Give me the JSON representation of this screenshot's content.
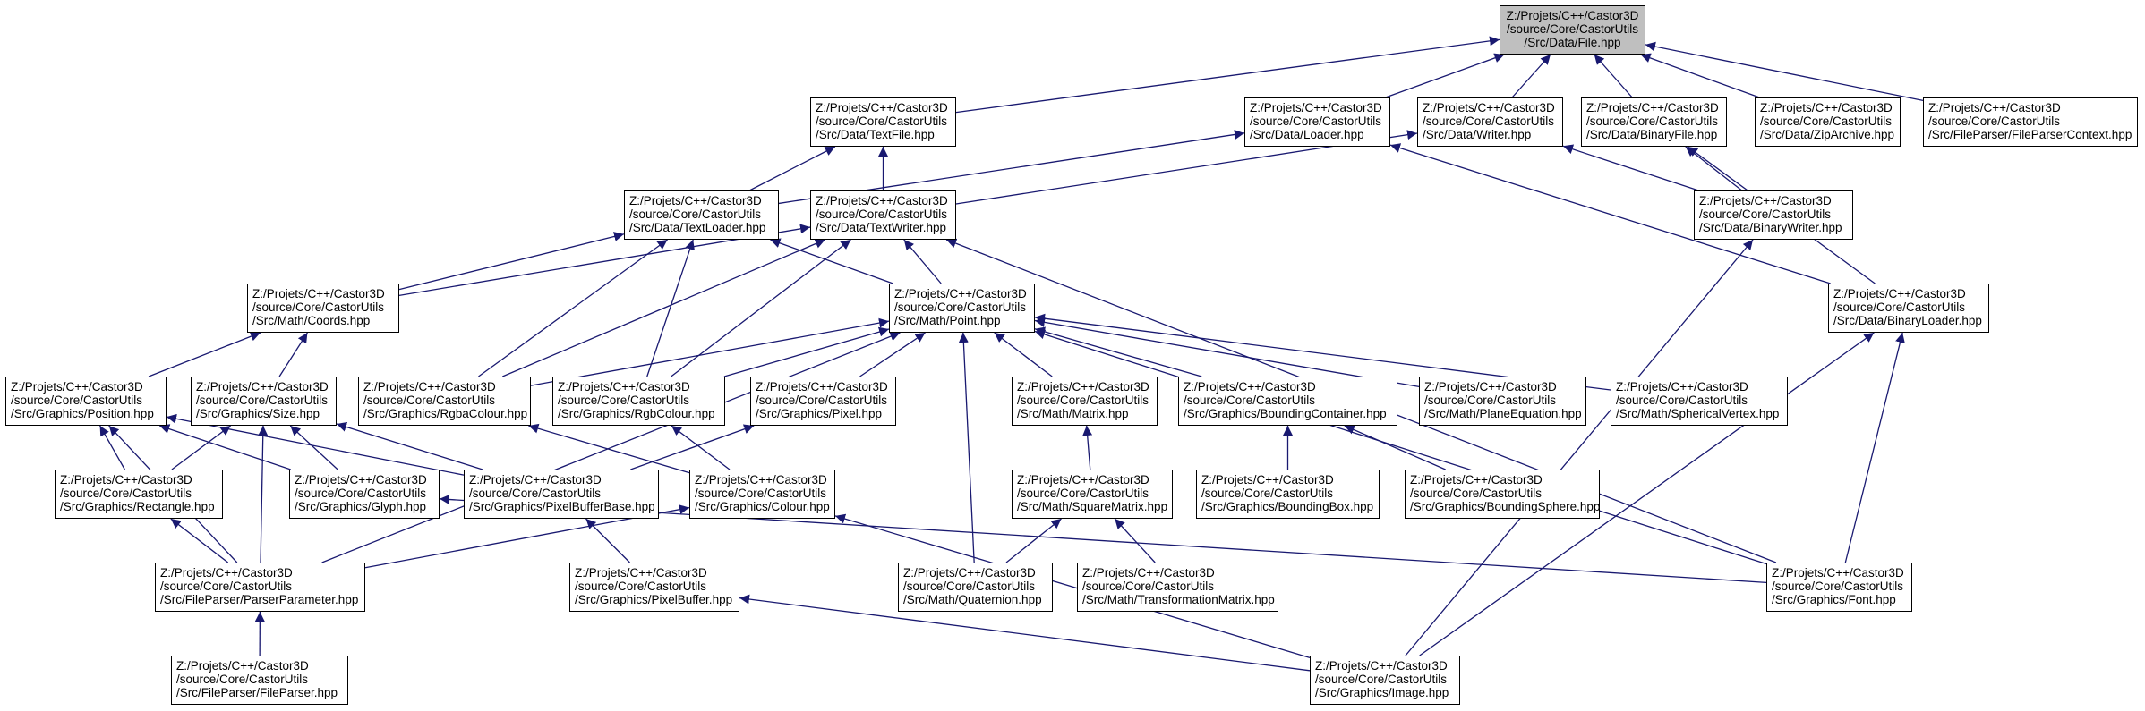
{
  "colors": {
    "edge": "#191970",
    "root_fill": "#bfbfbf",
    "node_border": "#000000"
  },
  "nodes": {
    "file": {
      "l1": "Z:/Projets/C++/Castor3D",
      "l2": "/source/Core/CastorUtils",
      "l3": "/Src/Data/File.hpp"
    },
    "textfile": {
      "l1": "Z:/Projets/C++/Castor3D",
      "l2": "/source/Core/CastorUtils",
      "l3": "/Src/Data/TextFile.hpp"
    },
    "loader": {
      "l1": "Z:/Projets/C++/Castor3D",
      "l2": "/source/Core/CastorUtils",
      "l3": "/Src/Data/Loader.hpp"
    },
    "writer": {
      "l1": "Z:/Projets/C++/Castor3D",
      "l2": "/source/Core/CastorUtils",
      "l3": "/Src/Data/Writer.hpp"
    },
    "binaryfile": {
      "l1": "Z:/Projets/C++/Castor3D",
      "l2": "/source/Core/CastorUtils",
      "l3": "/Src/Data/BinaryFile.hpp"
    },
    "ziparchive": {
      "l1": "Z:/Projets/C++/Castor3D",
      "l2": "/source/Core/CastorUtils",
      "l3": "/Src/Data/ZipArchive.hpp"
    },
    "fileparsercontext": {
      "l1": "Z:/Projets/C++/Castor3D",
      "l2": "/source/Core/CastorUtils",
      "l3": "/Src/FileParser/FileParserContext.hpp"
    },
    "textloader": {
      "l1": "Z:/Projets/C++/Castor3D",
      "l2": "/source/Core/CastorUtils",
      "l3": "/Src/Data/TextLoader.hpp"
    },
    "textwriter": {
      "l1": "Z:/Projets/C++/Castor3D",
      "l2": "/source/Core/CastorUtils",
      "l3": "/Src/Data/TextWriter.hpp"
    },
    "binarywriter": {
      "l1": "Z:/Projets/C++/Castor3D",
      "l2": "/source/Core/CastorUtils",
      "l3": "/Src/Data/BinaryWriter.hpp"
    },
    "coords": {
      "l1": "Z:/Projets/C++/Castor3D",
      "l2": "/source/Core/CastorUtils",
      "l3": "/Src/Math/Coords.hpp"
    },
    "point": {
      "l1": "Z:/Projets/C++/Castor3D",
      "l2": "/source/Core/CastorUtils",
      "l3": "/Src/Math/Point.hpp"
    },
    "binaryloader": {
      "l1": "Z:/Projets/C++/Castor3D",
      "l2": "/source/Core/CastorUtils",
      "l3": "/Src/Data/BinaryLoader.hpp"
    },
    "position": {
      "l1": "Z:/Projets/C++/Castor3D",
      "l2": "/source/Core/CastorUtils",
      "l3": "/Src/Graphics/Position.hpp"
    },
    "size": {
      "l1": "Z:/Projets/C++/Castor3D",
      "l2": "/source/Core/CastorUtils",
      "l3": "/Src/Graphics/Size.hpp"
    },
    "rgbacolour": {
      "l1": "Z:/Projets/C++/Castor3D",
      "l2": "/source/Core/CastorUtils",
      "l3": "/Src/Graphics/RgbaColour.hpp"
    },
    "rgbcolour": {
      "l1": "Z:/Projets/C++/Castor3D",
      "l2": "/source/Core/CastorUtils",
      "l3": "/Src/Graphics/RgbColour.hpp"
    },
    "pixel": {
      "l1": "Z:/Projets/C++/Castor3D",
      "l2": "/source/Core/CastorUtils",
      "l3": "/Src/Graphics/Pixel.hpp"
    },
    "matrix": {
      "l1": "Z:/Projets/C++/Castor3D",
      "l2": "/source/Core/CastorUtils",
      "l3": "/Src/Math/Matrix.hpp"
    },
    "boundingcontainer": {
      "l1": "Z:/Projets/C++/Castor3D",
      "l2": "/source/Core/CastorUtils",
      "l3": "/Src/Graphics/BoundingContainer.hpp"
    },
    "planeequation": {
      "l1": "Z:/Projets/C++/Castor3D",
      "l2": "/source/Core/CastorUtils",
      "l3": "/Src/Math/PlaneEquation.hpp"
    },
    "sphericalvertex": {
      "l1": "Z:/Projets/C++/Castor3D",
      "l2": "/source/Core/CastorUtils",
      "l3": "/Src/Math/SphericalVertex.hpp"
    },
    "rectangle": {
      "l1": "Z:/Projets/C++/Castor3D",
      "l2": "/source/Core/CastorUtils",
      "l3": "/Src/Graphics/Rectangle.hpp"
    },
    "glyph": {
      "l1": "Z:/Projets/C++/Castor3D",
      "l2": "/source/Core/CastorUtils",
      "l3": "/Src/Graphics/Glyph.hpp"
    },
    "pixelbufferbase": {
      "l1": "Z:/Projets/C++/Castor3D",
      "l2": "/source/Core/CastorUtils",
      "l3": "/Src/Graphics/PixelBufferBase.hpp"
    },
    "colour": {
      "l1": "Z:/Projets/C++/Castor3D",
      "l2": "/source/Core/CastorUtils",
      "l3": "/Src/Graphics/Colour.hpp"
    },
    "squarematrix": {
      "l1": "Z:/Projets/C++/Castor3D",
      "l2": "/source/Core/CastorUtils",
      "l3": "/Src/Math/SquareMatrix.hpp"
    },
    "boundingbox": {
      "l1": "Z:/Projets/C++/Castor3D",
      "l2": "/source/Core/CastorUtils",
      "l3": "/Src/Graphics/BoundingBox.hpp"
    },
    "boundingsphere": {
      "l1": "Z:/Projets/C++/Castor3D",
      "l2": "/source/Core/CastorUtils",
      "l3": "/Src/Graphics/BoundingSphere.hpp"
    },
    "parserparameter": {
      "l1": "Z:/Projets/C++/Castor3D",
      "l2": "/source/Core/CastorUtils",
      "l3": "/Src/FileParser/ParserParameter.hpp"
    },
    "pixelbuffer": {
      "l1": "Z:/Projets/C++/Castor3D",
      "l2": "/source/Core/CastorUtils",
      "l3": "/Src/Graphics/PixelBuffer.hpp"
    },
    "quaternion": {
      "l1": "Z:/Projets/C++/Castor3D",
      "l2": "/source/Core/CastorUtils",
      "l3": "/Src/Math/Quaternion.hpp"
    },
    "transformationmatrix": {
      "l1": "Z:/Projets/C++/Castor3D",
      "l2": "/source/Core/CastorUtils",
      "l3": "/Src/Math/TransformationMatrix.hpp"
    },
    "font": {
      "l1": "Z:/Projets/C++/Castor3D",
      "l2": "/source/Core/CastorUtils",
      "l3": "/Src/Graphics/Font.hpp"
    },
    "fileparser": {
      "l1": "Z:/Projets/C++/Castor3D",
      "l2": "/source/Core/CastorUtils",
      "l3": "/Src/FileParser/FileParser.hpp"
    },
    "image": {
      "l1": "Z:/Projets/C++/Castor3D",
      "l2": "/source/Core/CastorUtils",
      "l3": "/Src/Graphics/Image.hpp"
    }
  },
  "edges": [
    [
      "textfile",
      "file"
    ],
    [
      "loader",
      "file"
    ],
    [
      "writer",
      "file"
    ],
    [
      "binaryfile",
      "file"
    ],
    [
      "ziparchive",
      "file"
    ],
    [
      "fileparsercontext",
      "file"
    ],
    [
      "textloader",
      "textfile"
    ],
    [
      "textwriter",
      "textfile"
    ],
    [
      "textloader",
      "loader"
    ],
    [
      "binaryloader",
      "loader"
    ],
    [
      "textwriter",
      "writer"
    ],
    [
      "binarywriter",
      "writer"
    ],
    [
      "binarywriter",
      "binaryfile"
    ],
    [
      "binaryloader",
      "binaryfile"
    ],
    [
      "coords",
      "textloader"
    ],
    [
      "coords",
      "textwriter"
    ],
    [
      "point",
      "textloader"
    ],
    [
      "point",
      "textwriter"
    ],
    [
      "rgbacolour",
      "textloader"
    ],
    [
      "rgbacolour",
      "textwriter"
    ],
    [
      "rgbcolour",
      "textloader"
    ],
    [
      "rgbcolour",
      "textwriter"
    ],
    [
      "font",
      "textwriter"
    ],
    [
      "image",
      "binarywriter"
    ],
    [
      "position",
      "coords"
    ],
    [
      "size",
      "coords"
    ],
    [
      "rgbacolour",
      "point"
    ],
    [
      "rgbcolour",
      "point"
    ],
    [
      "pixel",
      "point"
    ],
    [
      "matrix",
      "point"
    ],
    [
      "boundingcontainer",
      "point"
    ],
    [
      "planeequation",
      "point"
    ],
    [
      "sphericalvertex",
      "point"
    ],
    [
      "parserparameter",
      "point"
    ],
    [
      "quaternion",
      "point"
    ],
    [
      "font",
      "point"
    ],
    [
      "font",
      "binaryloader"
    ],
    [
      "image",
      "binaryloader"
    ],
    [
      "rectangle",
      "position"
    ],
    [
      "glyph",
      "position"
    ],
    [
      "pixelbufferbase",
      "position"
    ],
    [
      "parserparameter",
      "position"
    ],
    [
      "rectangle",
      "size"
    ],
    [
      "glyph",
      "size"
    ],
    [
      "pixelbufferbase",
      "size"
    ],
    [
      "parserparameter",
      "size"
    ],
    [
      "colour",
      "rgbacolour"
    ],
    [
      "colour",
      "rgbcolour"
    ],
    [
      "pixelbufferbase",
      "pixel"
    ],
    [
      "squarematrix",
      "matrix"
    ],
    [
      "boundingbox",
      "boundingcontainer"
    ],
    [
      "boundingsphere",
      "boundingcontainer"
    ],
    [
      "parserparameter",
      "rectangle"
    ],
    [
      "font",
      "glyph"
    ],
    [
      "pixelbuffer",
      "pixelbufferbase"
    ],
    [
      "parserparameter",
      "colour"
    ],
    [
      "image",
      "colour"
    ],
    [
      "quaternion",
      "squarematrix"
    ],
    [
      "transformationmatrix",
      "squarematrix"
    ],
    [
      "fileparser",
      "parserparameter"
    ],
    [
      "image",
      "pixelbuffer"
    ]
  ]
}
